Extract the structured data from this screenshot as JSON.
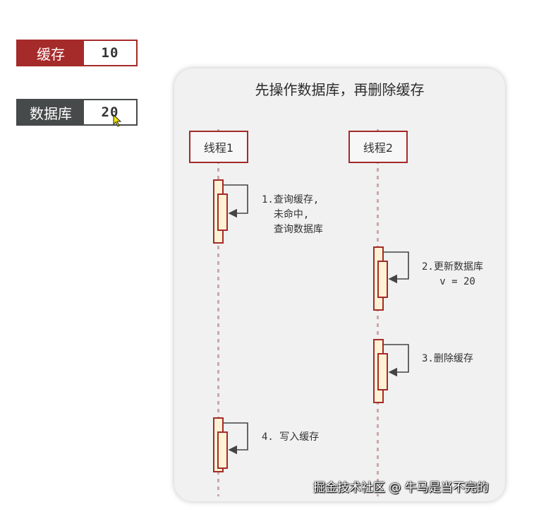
{
  "state": {
    "cache_label": "缓存",
    "cache_value": "10",
    "db_label": "数据库",
    "db_value": "20"
  },
  "diagram": {
    "title": "先操作数据库，再删除缓存",
    "thread1": "线程1",
    "thread2": "线程2",
    "steps": [
      {
        "line1": "1.查询缓存,",
        "line2": "  未命中,",
        "line3": "  查询数据库"
      },
      {
        "line1": "2.更新数据库",
        "line2": "   v = 20"
      },
      {
        "line1": "3.删除缓存"
      },
      {
        "line1": "4. 写入缓存"
      }
    ]
  },
  "watermark": "掘金技术社区 @ 牛马是当不完的",
  "colors": {
    "accent": "#a52a2a",
    "dark": "#474a4a",
    "panel": "#f1f1f1",
    "activation": "#fdf3d4"
  }
}
